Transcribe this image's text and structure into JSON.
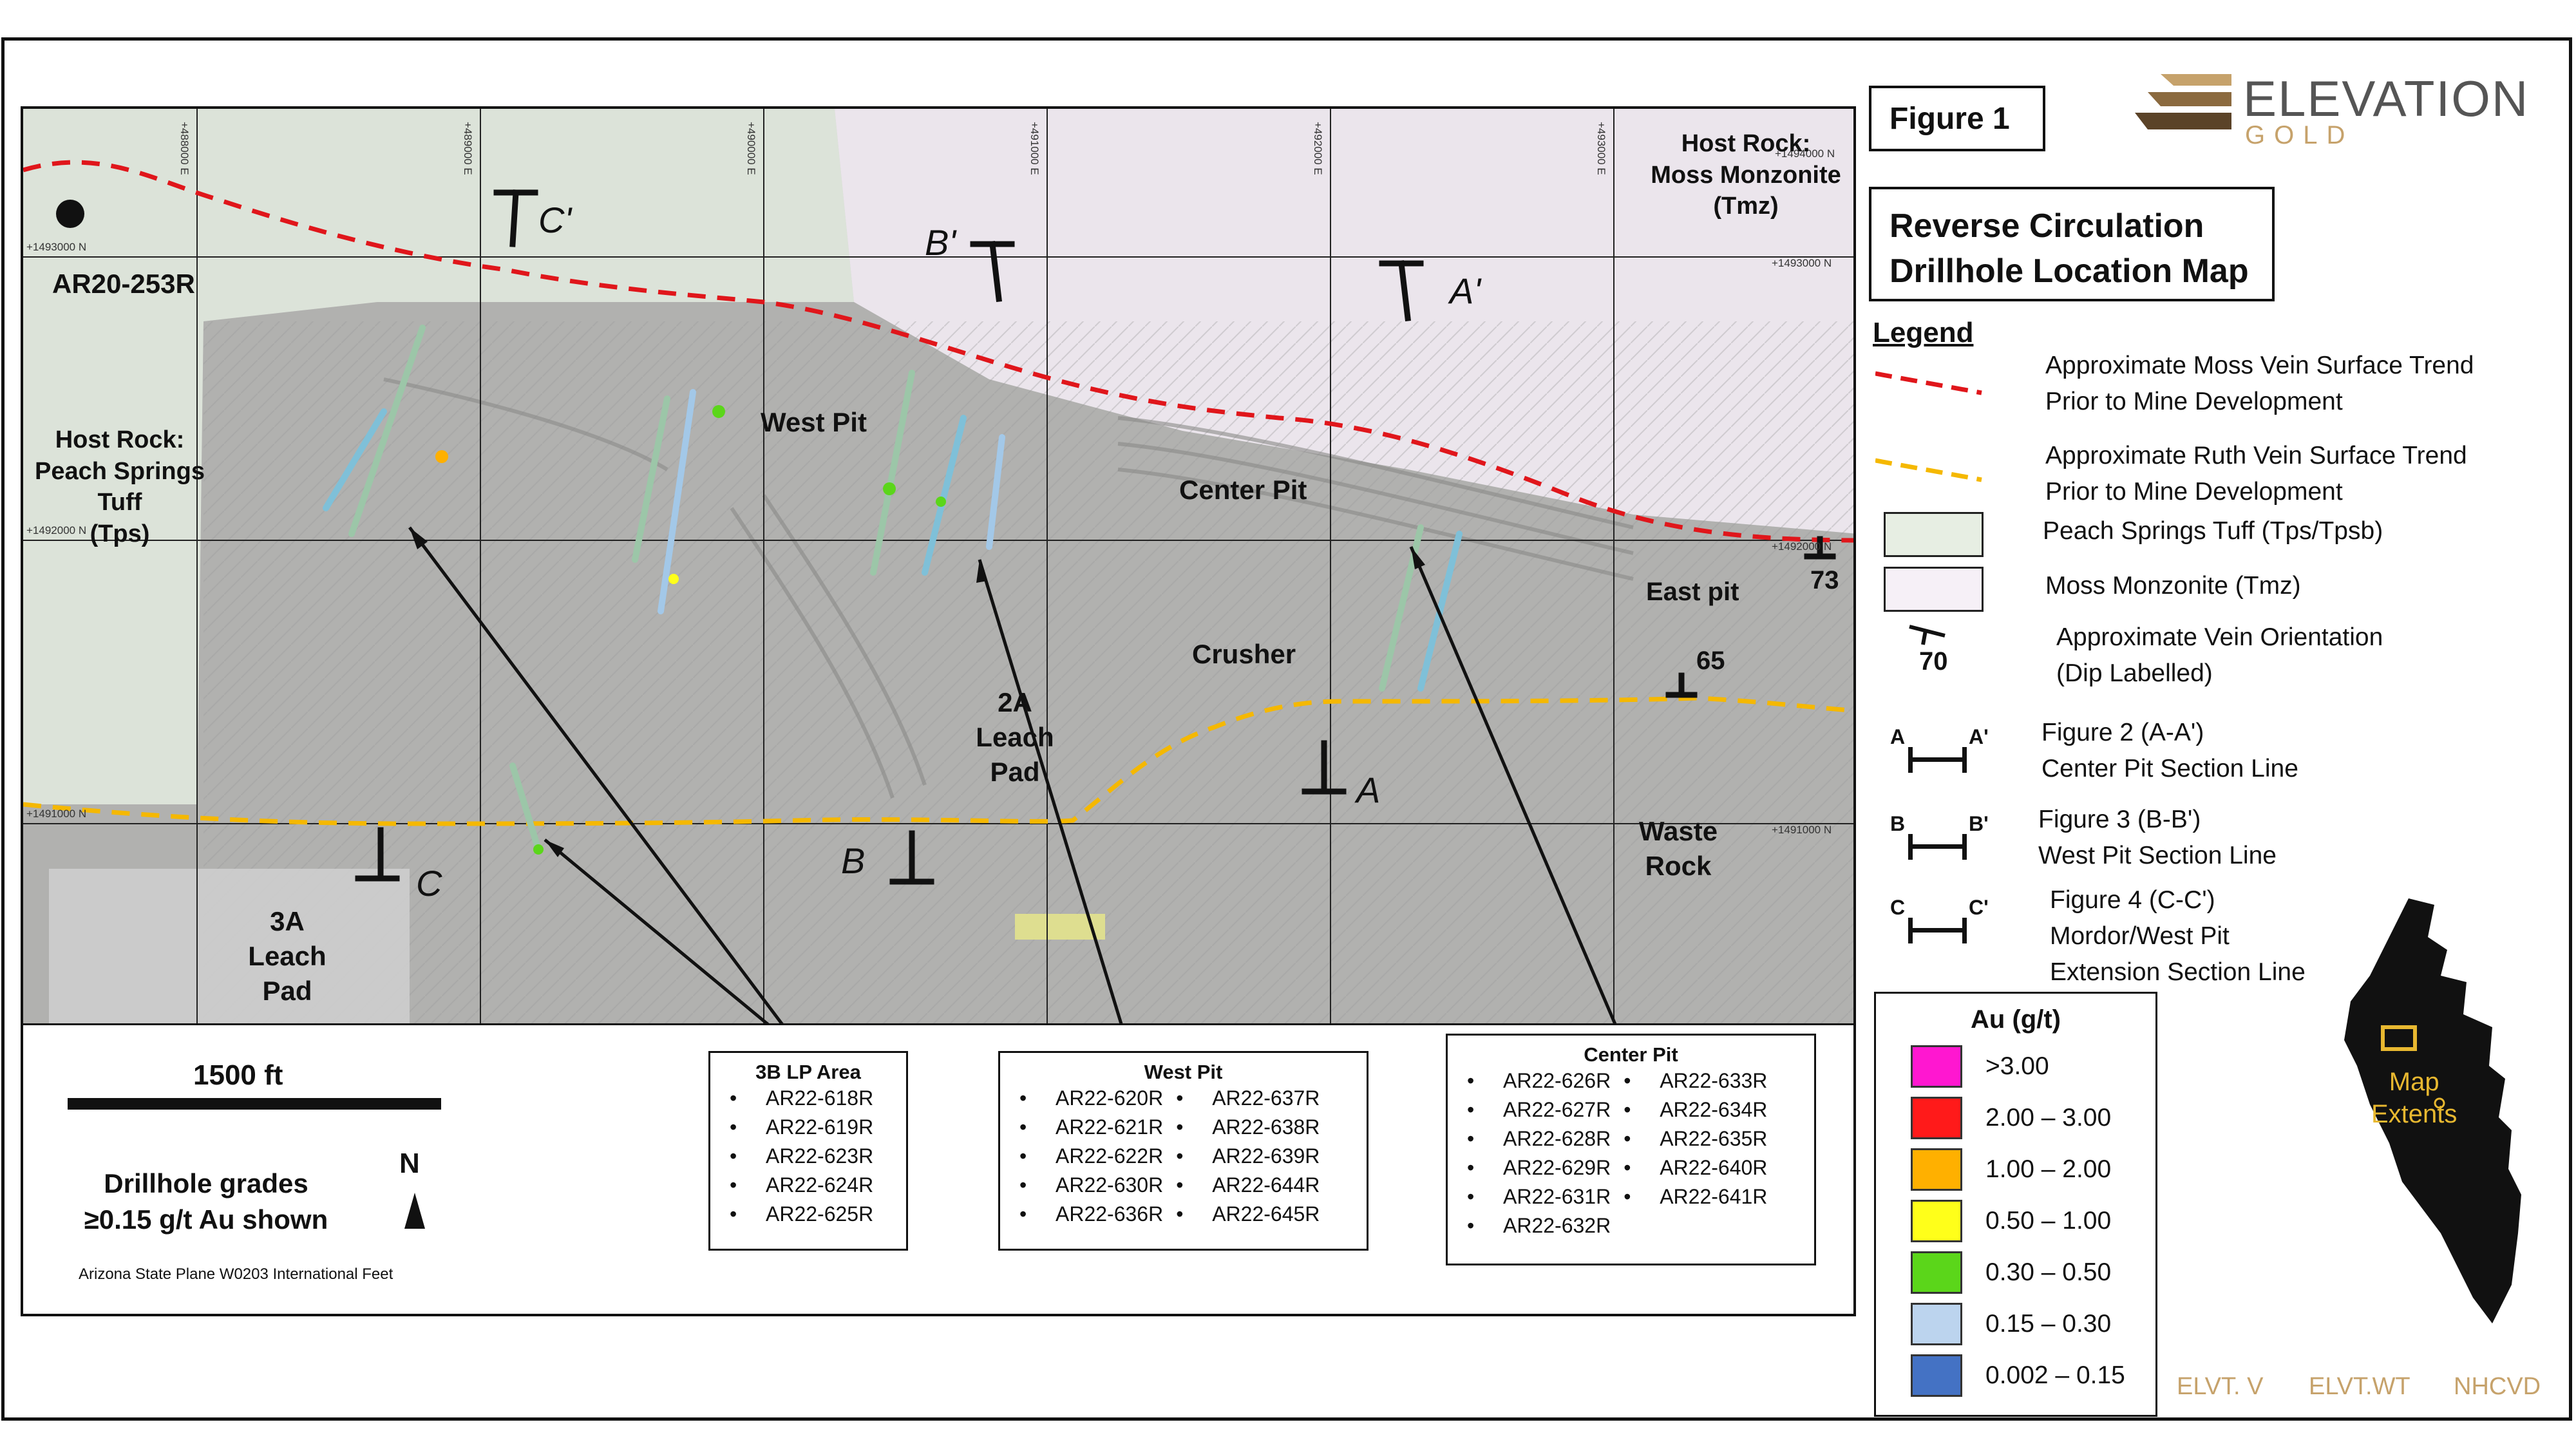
{
  "figure_label": "Figure 1",
  "logo": {
    "name": "ELEVATION",
    "sub": "GOLD",
    "icon": "stacked-bars-logo"
  },
  "title_lines": [
    "Reverse Circulation",
    "Drillhole Location Map"
  ],
  "legend": {
    "heading": "Legend",
    "items": [
      {
        "symbol": "red-dashed-line",
        "color": "#e0161b",
        "lines": [
          "Approximate Moss Vein Surface Trend",
          "Prior to Mine Development"
        ]
      },
      {
        "symbol": "yellow-dashed-line",
        "color": "#f5b800",
        "lines": [
          "Approximate Ruth Vein Surface Trend",
          "Prior to Mine Development"
        ]
      },
      {
        "symbol": "peach-springs-swatch",
        "color": "#e7eee3",
        "lines": [
          "Peach Springs Tuff (Tps/Tpsb)"
        ]
      },
      {
        "symbol": "moss-monzonite-swatch",
        "color": "#f6f0f7",
        "lines": [
          "Moss Monzonite (Tmz)"
        ]
      },
      {
        "symbol": "vein-orientation-icon",
        "value": "70",
        "lines": [
          "Approximate Vein Orientation",
          "(Dip Labelled)"
        ]
      },
      {
        "symbol": "section-line-icon",
        "left": "A",
        "right": "A'",
        "lines": [
          "Figure 2 (A-A')",
          "Center Pit Section Line"
        ]
      },
      {
        "symbol": "section-line-icon",
        "left": "B",
        "right": "B'",
        "lines": [
          "Figure 3 (B-B')",
          "West Pit Section Line"
        ]
      },
      {
        "symbol": "section-line-icon",
        "left": "C",
        "right": "C'",
        "lines": [
          "Figure 4 (C-C')",
          "Mordor/West Pit",
          "Extension Section Line"
        ]
      }
    ]
  },
  "grade_legend": {
    "title": "Au (g/t)",
    "classes": [
      {
        "label": ">3.00",
        "color": "#ff17d0"
      },
      {
        "label": "2.00 – 3.00",
        "color": "#ff1a1a"
      },
      {
        "label": "1.00 – 2.00",
        "color": "#ffb000"
      },
      {
        "label": "0.50 – 1.00",
        "color": "#ffff1a"
      },
      {
        "label": "0.30 – 0.50",
        "color": "#5bd61a"
      },
      {
        "label": "0.15 – 0.30",
        "color": "#bcd4ee"
      },
      {
        "label": "0.002 – 0.15",
        "color": "#4472c4"
      }
    ]
  },
  "inset": {
    "label_lines": [
      "Map",
      "Extents"
    ],
    "color": "#e8b830"
  },
  "tickers": [
    "ELVT. V",
    "ELVT.WT",
    "NHCVD"
  ],
  "map": {
    "grid_labels_x": [
      "+488000 E",
      "+489000 E",
      "+490000 E",
      "+491000 E",
      "+492000 E",
      "+493000 E"
    ],
    "grid_labels_y": [
      "+1493000 N",
      "+1492000 N",
      "+1491000 N"
    ],
    "drillhole_label": "AR20-253R",
    "host_rock_left": [
      "Host Rock:",
      "Peach Springs",
      "Tuff",
      "(Tps)"
    ],
    "host_rock_right": [
      "Host Rock:",
      "Moss Monzonite",
      "(Tmz)"
    ],
    "area_labels": {
      "west_pit": "West Pit",
      "center_pit": "Center Pit",
      "east_pit": "East pit",
      "crusher": "Crusher",
      "leach_2a": [
        "2A",
        "Leach",
        "Pad"
      ],
      "leach_3a": [
        "3A",
        "Leach",
        "Pad"
      ],
      "waste_rock": [
        "Waste",
        "Rock"
      ]
    },
    "section_labels": {
      "a": "A",
      "a_prime": "A'",
      "b": "B",
      "b_prime": "B'",
      "c": "C",
      "c_prime": "C'"
    },
    "dip_labels": [
      "73",
      "65"
    ],
    "scale_bar": "1500 ft",
    "north_label": "N",
    "grades_note": [
      "Drillhole grades",
      "≥0.15 g/t Au shown"
    ],
    "projection": "Arizona State Plane W0203 International Feet"
  },
  "drill_lists": [
    {
      "title": "3B LP Area",
      "col1": [
        "AR22-618R",
        "AR22-619R",
        "AR22-623R",
        "AR22-624R",
        "AR22-625R"
      ],
      "col2": []
    },
    {
      "title": "West Pit",
      "col1": [
        "AR22-620R",
        "AR22-621R",
        "AR22-622R",
        "AR22-630R",
        "AR22-636R"
      ],
      "col2": [
        "AR22-637R",
        "AR22-638R",
        "AR22-639R",
        "AR22-644R",
        "AR22-645R"
      ]
    },
    {
      "title": "Center Pit",
      "col1": [
        "AR22-626R",
        "AR22-627R",
        "AR22-628R",
        "AR22-629R",
        "AR22-631R",
        "AR22-632R"
      ],
      "col2": [
        "AR22-633R",
        "AR22-634R",
        "AR22-635R",
        "AR22-640R",
        "AR22-641R"
      ]
    }
  ]
}
